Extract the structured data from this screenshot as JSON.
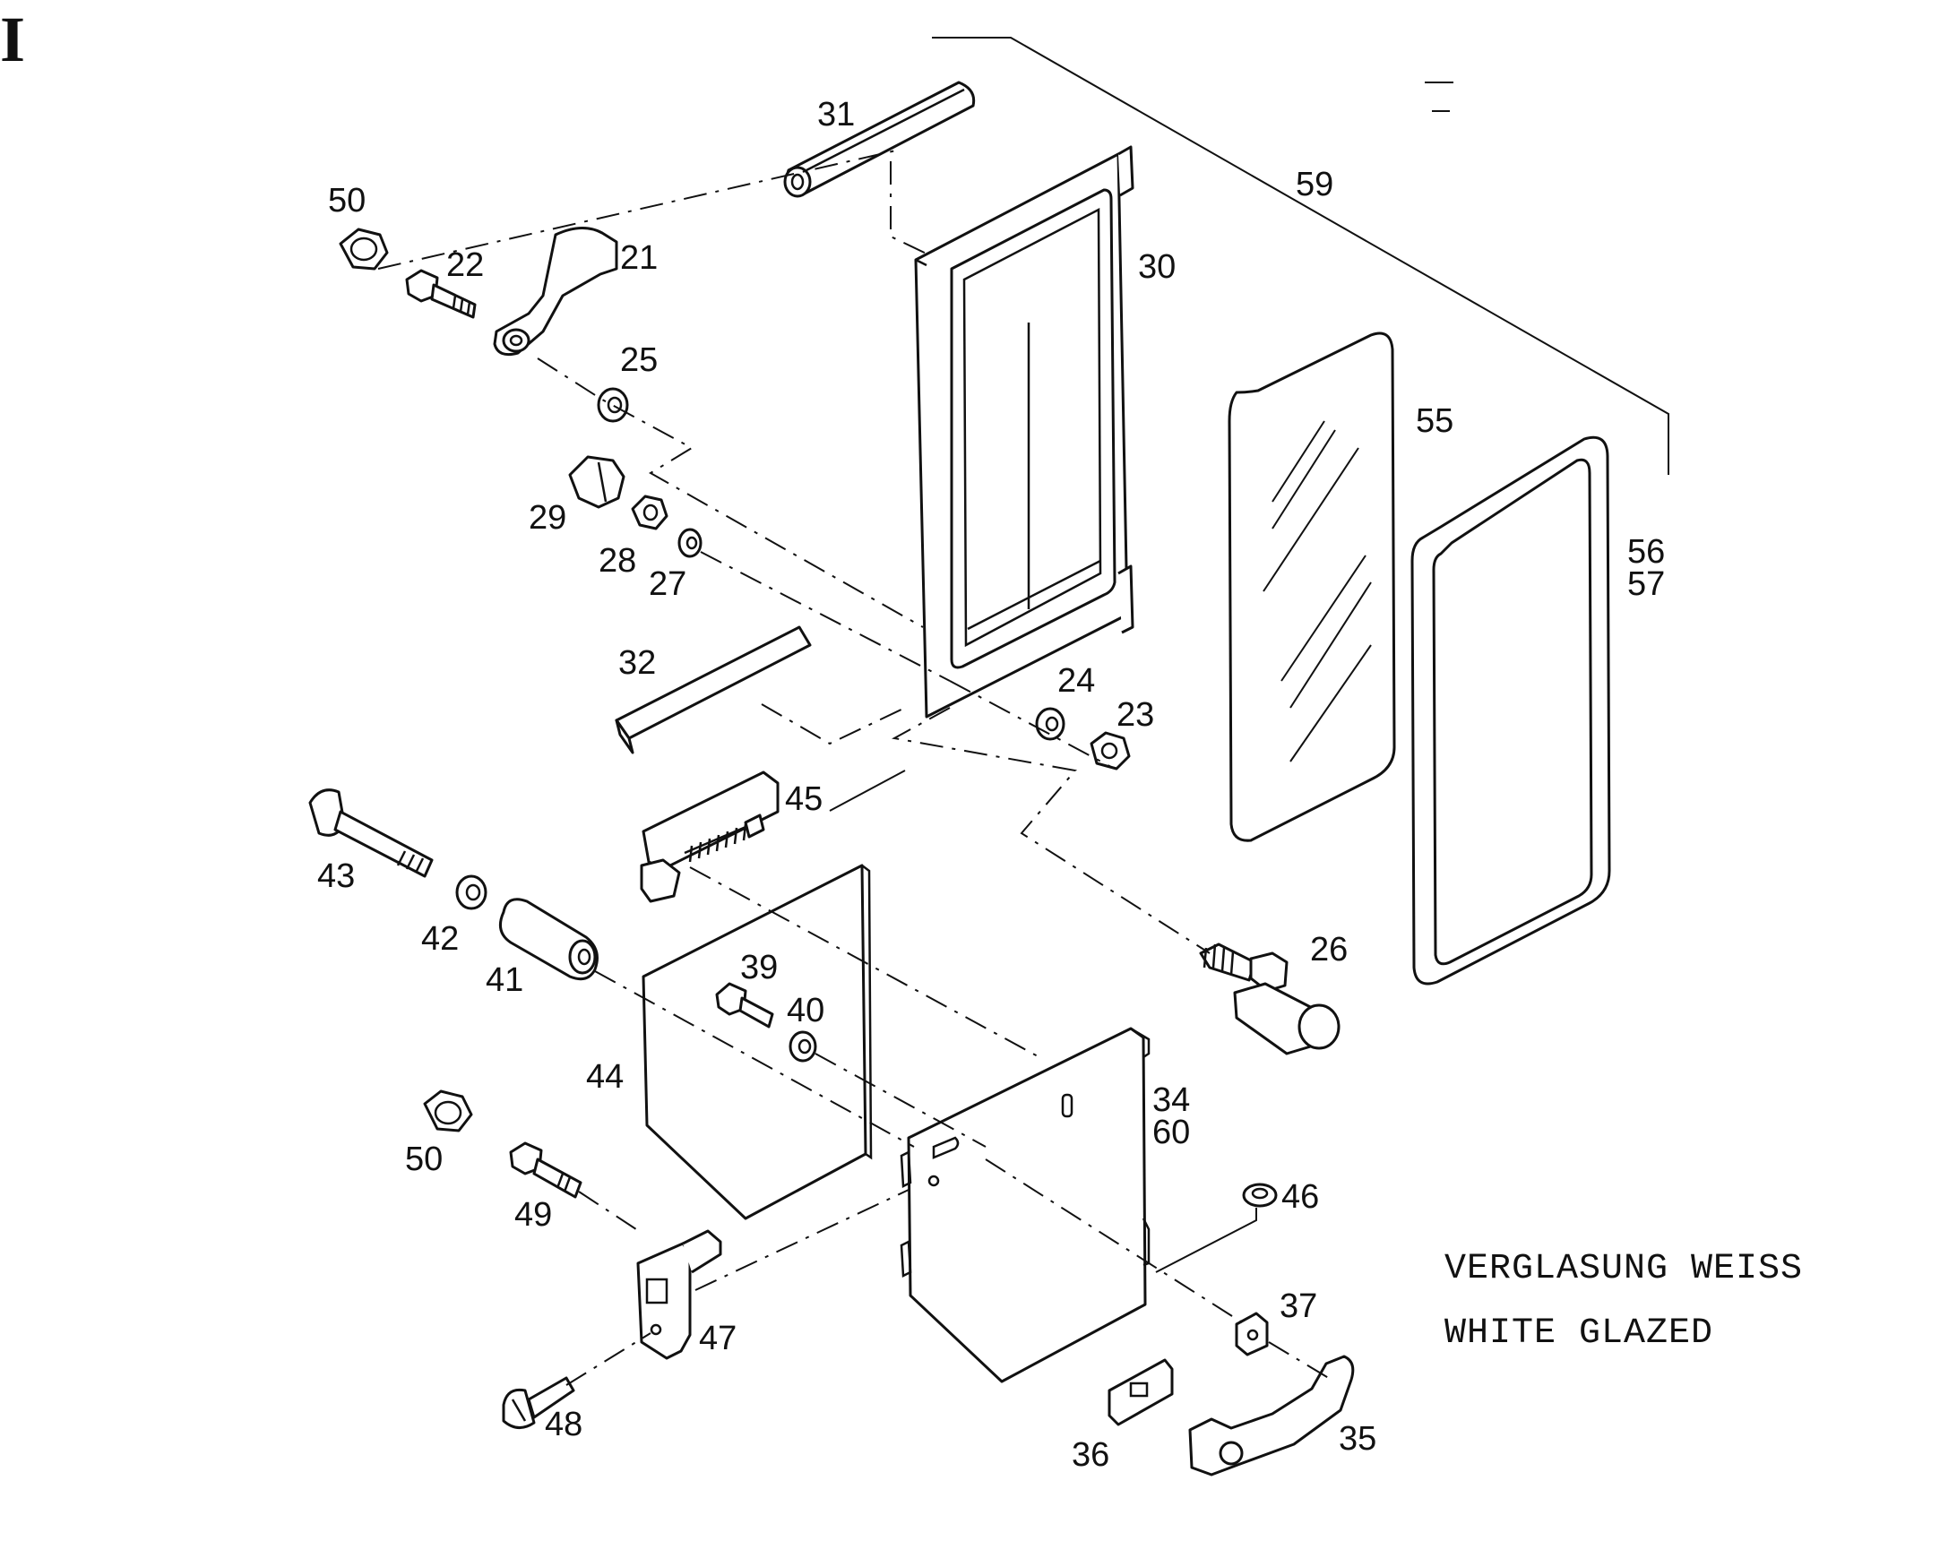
{
  "page_mark": "I",
  "labels": {
    "p21": "21",
    "p22": "22",
    "p23": "23",
    "p24": "24",
    "p25": "25",
    "p26": "26",
    "p27": "27",
    "p28": "28",
    "p29": "29",
    "p30": "30",
    "p31": "31",
    "p32": "32",
    "p34": "34",
    "p35": "35",
    "p36": "36",
    "p37": "37",
    "p39": "39",
    "p40": "40",
    "p41": "41",
    "p42": "42",
    "p43": "43",
    "p44": "44",
    "p45": "45",
    "p46": "46",
    "p47": "47",
    "p48": "48",
    "p49": "49",
    "p50a": "50",
    "p50b": "50",
    "p55": "55",
    "p56": "56",
    "p57": "57",
    "p59": "59",
    "p60": "60"
  },
  "note": {
    "line1": "VERGLASUNG WEISS",
    "line2": "WHITE GLAZED"
  }
}
